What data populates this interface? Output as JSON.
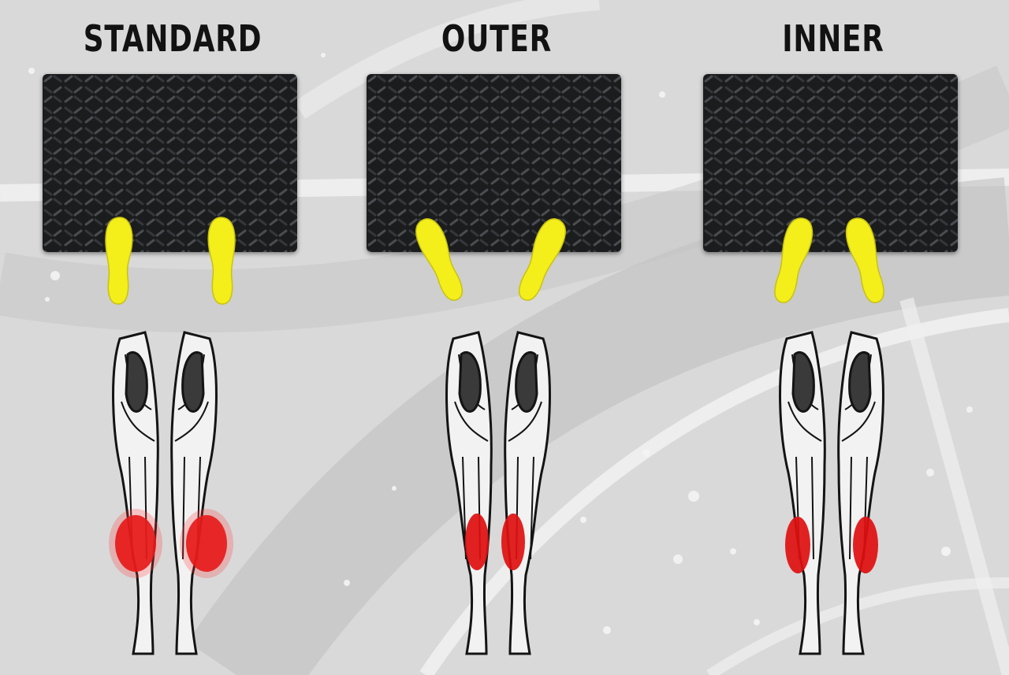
{
  "stances": [
    {
      "key": "standard",
      "label": "STANDARD",
      "foot_style": "parallel",
      "emphasis": "both heads"
    },
    {
      "key": "outer",
      "label": "OUTER",
      "foot_style": "toes-out",
      "emphasis": "inner head"
    },
    {
      "key": "inner",
      "label": "INNER",
      "foot_style": "toes-in",
      "emphasis": "outer head"
    }
  ],
  "colors": {
    "background": "#dcdcdc",
    "plate": "#1b1c1e",
    "foot": "#f4ee1a",
    "highlight": "#e01010",
    "title": "#121212"
  }
}
